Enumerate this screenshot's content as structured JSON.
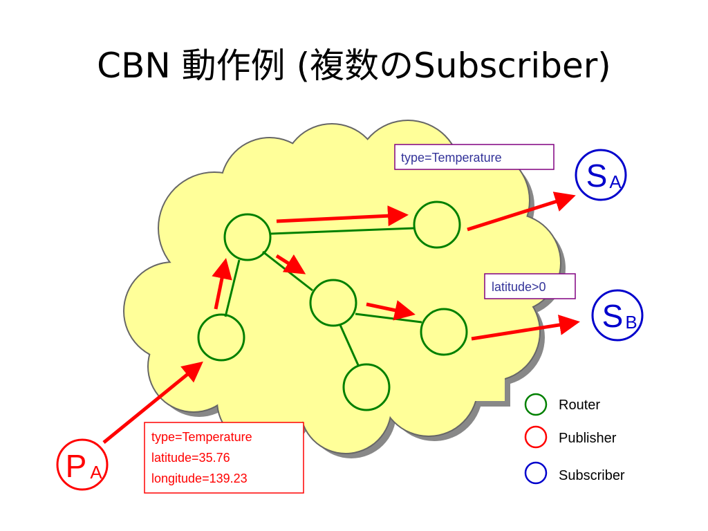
{
  "title": "CBN 動作例 (複数のSubscriber)",
  "colors": {
    "cloud_fill": "#ffff99",
    "router": "#008000",
    "publisher": "#ff0000",
    "subscriber": "#0000cc",
    "arrow": "#ff0000",
    "filter_border": "#800080",
    "filter_text": "#333399",
    "event_border": "#ff0000",
    "event_text": "#ff0000"
  },
  "subscribers": [
    {
      "letter": "S",
      "subscript": "A"
    },
    {
      "letter": "S",
      "subscript": "B"
    }
  ],
  "publisher": {
    "letter": "P",
    "subscript": "A"
  },
  "filters": {
    "subscriber_a": "type=Temperature",
    "subscriber_b": "latitude>0"
  },
  "event": {
    "lines": [
      "type=Temperature",
      "latitude=35.76",
      "longitude=139.23"
    ]
  },
  "legend": [
    {
      "label": "Router",
      "icon": "green-circle"
    },
    {
      "label": "Publisher",
      "icon": "red-circle"
    },
    {
      "label": "Subscriber",
      "icon": "blue-circle"
    }
  ]
}
